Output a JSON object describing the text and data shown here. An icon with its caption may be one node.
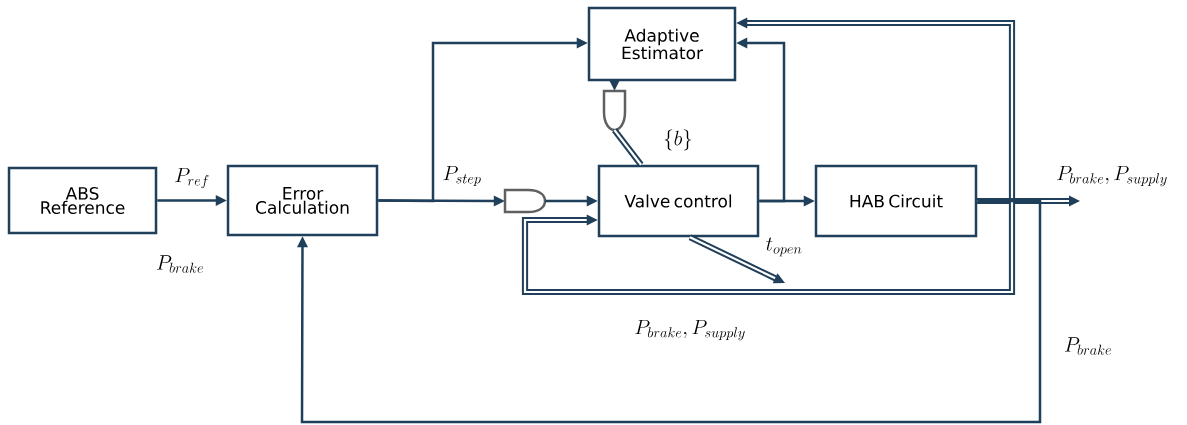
{
  "diagram": {
    "nodes": [
      {
        "text": [
          "ABS Reference"
        ]
      },
      {
        "text": [
          "Error Calculation"
        ]
      },
      {
        "text": [
          "Adaptive Estimator"
        ]
      },
      {
        "text": [],
        "shape": "gate"
      },
      {
        "text": [],
        "shape": "gate"
      },
      {
        "text": [
          "Valve control"
        ]
      },
      {
        "text": [
          "HAB Circuit"
        ]
      }
    ],
    "edges": [
      {
        "from": 0,
        "to": 1,
        "arrow": "to",
        "label": "P_{ref}"
      },
      {
        "from": 1,
        "to": 4,
        "arrow": "to",
        "label": "P_{step}"
      },
      {
        "from": 1,
        "to": 2,
        "arrow": "to"
      },
      {
        "from": 2,
        "to": 3,
        "arrow": "to"
      },
      {
        "from": 3,
        "to": 5,
        "arrow": "none",
        "style": "thick",
        "label": "\\{b\\}"
      },
      {
        "from": 4,
        "to": 5,
        "arrow": "to"
      },
      {
        "from": 5,
        "to": 6,
        "arrow": "to",
        "label": "t_{open}"
      },
      {
        "from": 5,
        "to": 2,
        "arrow": "to"
      },
      {
        "from": 6,
        "to": null,
        "arrow": "to",
        "style": "thick",
        "label": "P_{brake} , P_{supply}"
      },
      {
        "from": 6,
        "to": 2,
        "arrow": "to",
        "style": "thick"
      },
      {
        "from": 6,
        "to": 5,
        "arrow": "to",
        "style": "thick",
        "label": "P_{brake} , P_{supply}"
      },
      {
        "from": 5,
        "to": null,
        "arrow": "to",
        "style": "thick"
      },
      {
        "from": 6,
        "to": 1,
        "arrow": "to",
        "label": "P_{brake}"
      }
    ],
    "labels": [
      "P_{brake}"
    ]
  }
}
